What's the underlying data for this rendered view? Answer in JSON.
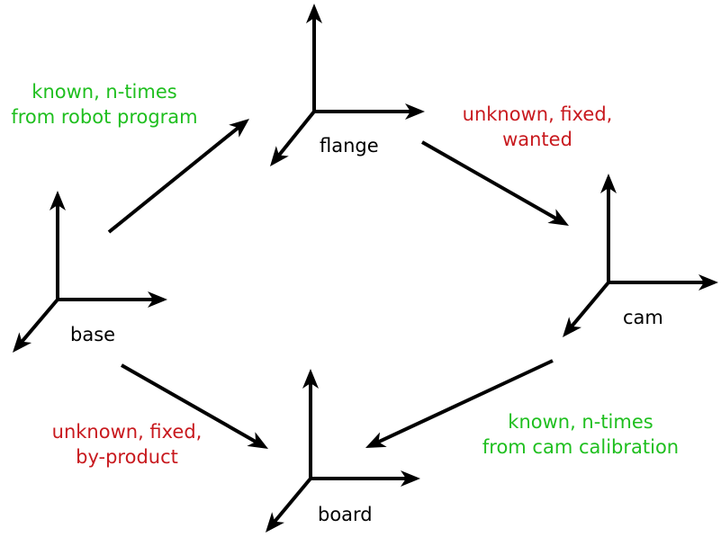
{
  "frames": {
    "base": "base",
    "flange": "flange",
    "cam": "cam",
    "board": "board"
  },
  "edges": {
    "base_to_flange": {
      "line1": "known, n-times",
      "line2": "from robot program",
      "color": "#1fbf1f"
    },
    "flange_to_cam": {
      "line1": "unknown, fixed,",
      "line2": "wanted",
      "color": "#c8191e"
    },
    "cam_to_board": {
      "line1": "known, n-times",
      "line2": "from cam calibration",
      "color": "#1fbf1f"
    },
    "base_to_board": {
      "line1": "unknown, fixed,",
      "line2": "by-product",
      "color": "#c8191e"
    }
  },
  "colors": {
    "axis": "#000000",
    "known": "#1fbf1f",
    "unknown": "#c8191e"
  }
}
